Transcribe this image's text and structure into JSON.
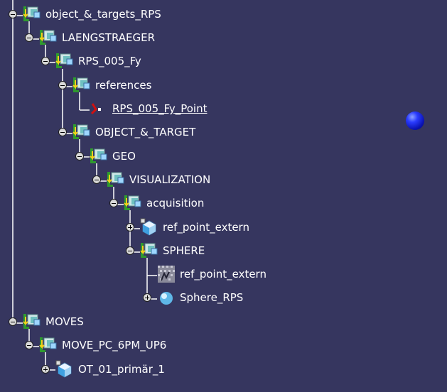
{
  "tree": [
    {
      "id": "object-and-targets-rps",
      "label": "object_&_targets_RPS",
      "icon": "product-icon",
      "toggle": "minus"
    },
    {
      "id": "laengstraeger",
      "label": "LAENGSTRAEGER",
      "icon": "product-icon",
      "toggle": "minus"
    },
    {
      "id": "rps-005-fy",
      "label": "RPS_005_Fy",
      "icon": "product-icon",
      "toggle": "minus"
    },
    {
      "id": "references",
      "label": "references",
      "icon": "product-icon",
      "toggle": "minus"
    },
    {
      "id": "rps-005-fy-point",
      "label": "RPS_005_Fy_Point",
      "icon": "point-icon",
      "toggle": "none"
    },
    {
      "id": "object-and-target",
      "label": "OBJECT_&_TARGET",
      "icon": "product-icon",
      "toggle": "minus"
    },
    {
      "id": "geo",
      "label": "GEO",
      "icon": "product-icon",
      "toggle": "minus"
    },
    {
      "id": "visualization",
      "label": "VISUALIZATION",
      "icon": "product-icon",
      "toggle": "minus"
    },
    {
      "id": "acquisition",
      "label": "acquisition",
      "icon": "product-icon",
      "toggle": "minus"
    },
    {
      "id": "ref-point-extern-1",
      "label": "ref_point_extern",
      "icon": "part-icon",
      "toggle": "plus"
    },
    {
      "id": "sphere",
      "label": "SPHERE",
      "icon": "product-icon",
      "toggle": "minus"
    },
    {
      "id": "ref-point-extern-2",
      "label": "ref_point_extern",
      "icon": "hidden-part-icon",
      "toggle": "none"
    },
    {
      "id": "sphere-rps",
      "label": "Sphere_RPS",
      "icon": "sphere-icon",
      "toggle": "plus"
    },
    {
      "id": "moves",
      "label": "MOVES",
      "icon": "product-icon",
      "toggle": "minus"
    },
    {
      "id": "move-pc-6pm-up6",
      "label": "MOVE_PC_6PM_UP6",
      "icon": "product-icon",
      "toggle": "minus"
    },
    {
      "id": "ot-01-primar-1",
      "label": "OT_01_primär_1",
      "icon": "part-icon",
      "toggle": "plus"
    }
  ],
  "colors": {
    "background": "#36365f",
    "line": "#ffffff",
    "label": "#ffffff",
    "ball": "#1a28e0"
  }
}
